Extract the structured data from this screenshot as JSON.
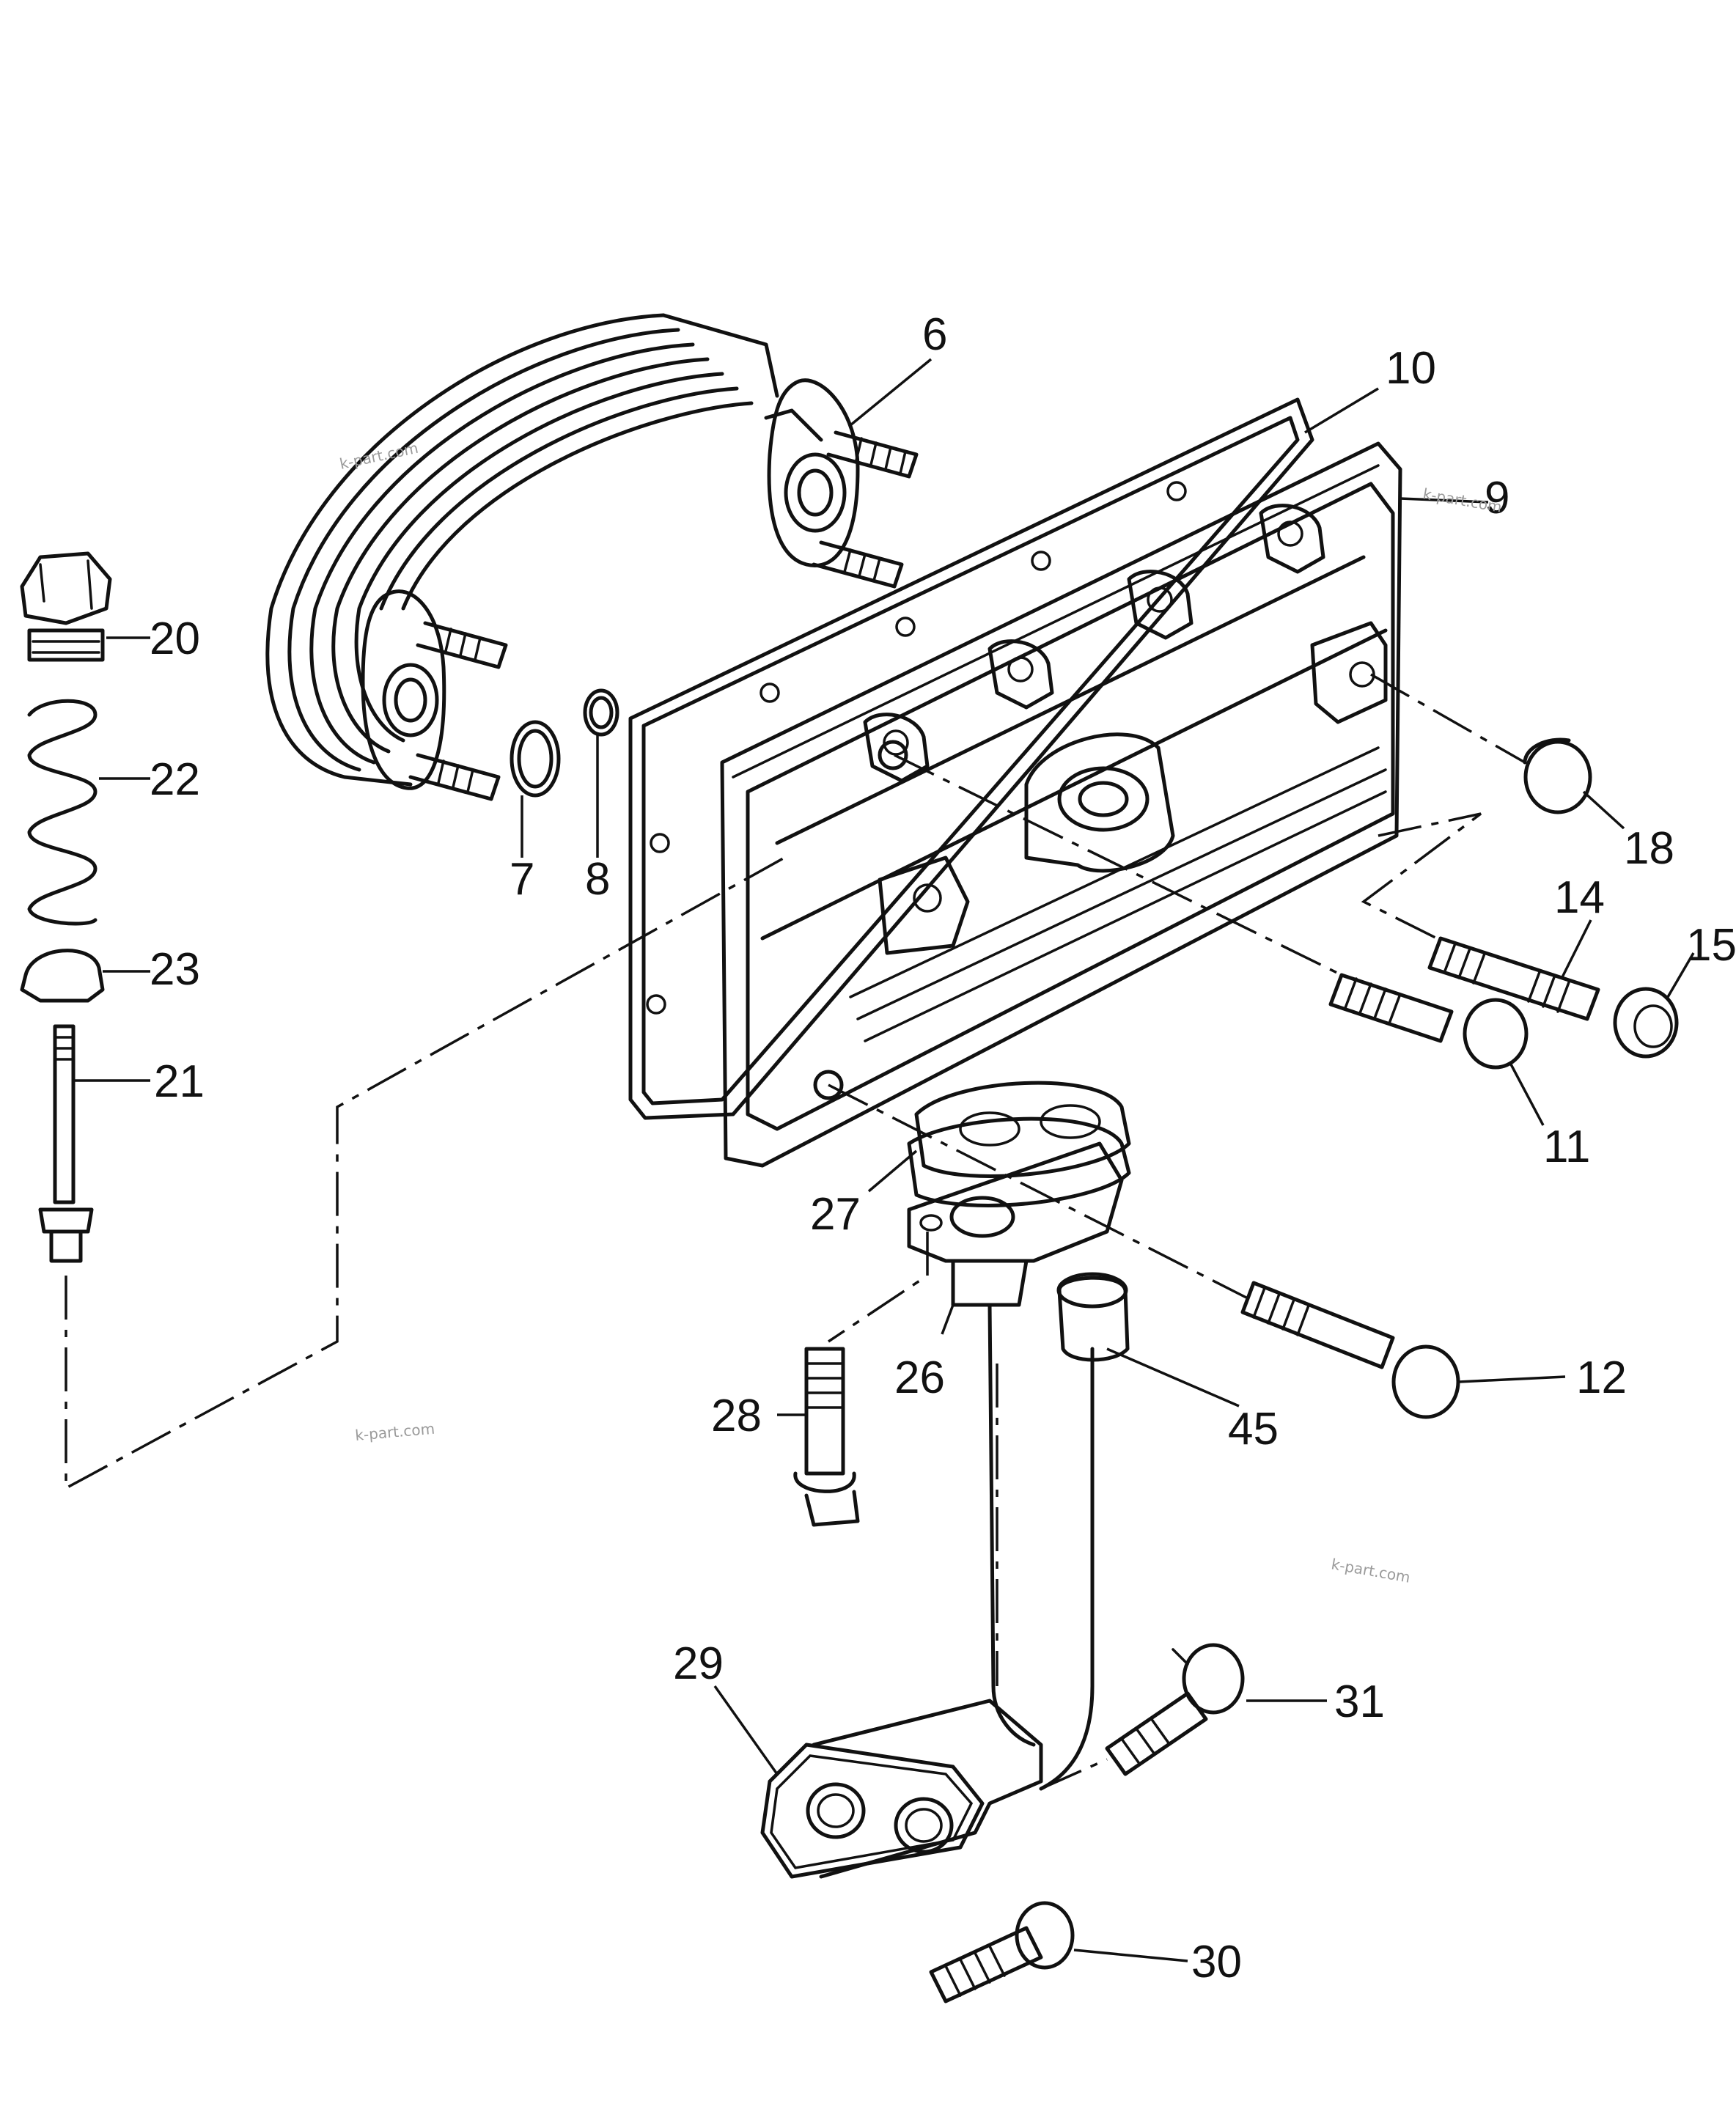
{
  "diagram": {
    "callouts": [
      "6",
      "10",
      "9",
      "20",
      "22",
      "7",
      "8",
      "18",
      "14",
      "15",
      "23",
      "21",
      "11",
      "27",
      "12",
      "26",
      "28",
      "45",
      "29",
      "31",
      "30"
    ],
    "watermark": "k-part.com"
  }
}
